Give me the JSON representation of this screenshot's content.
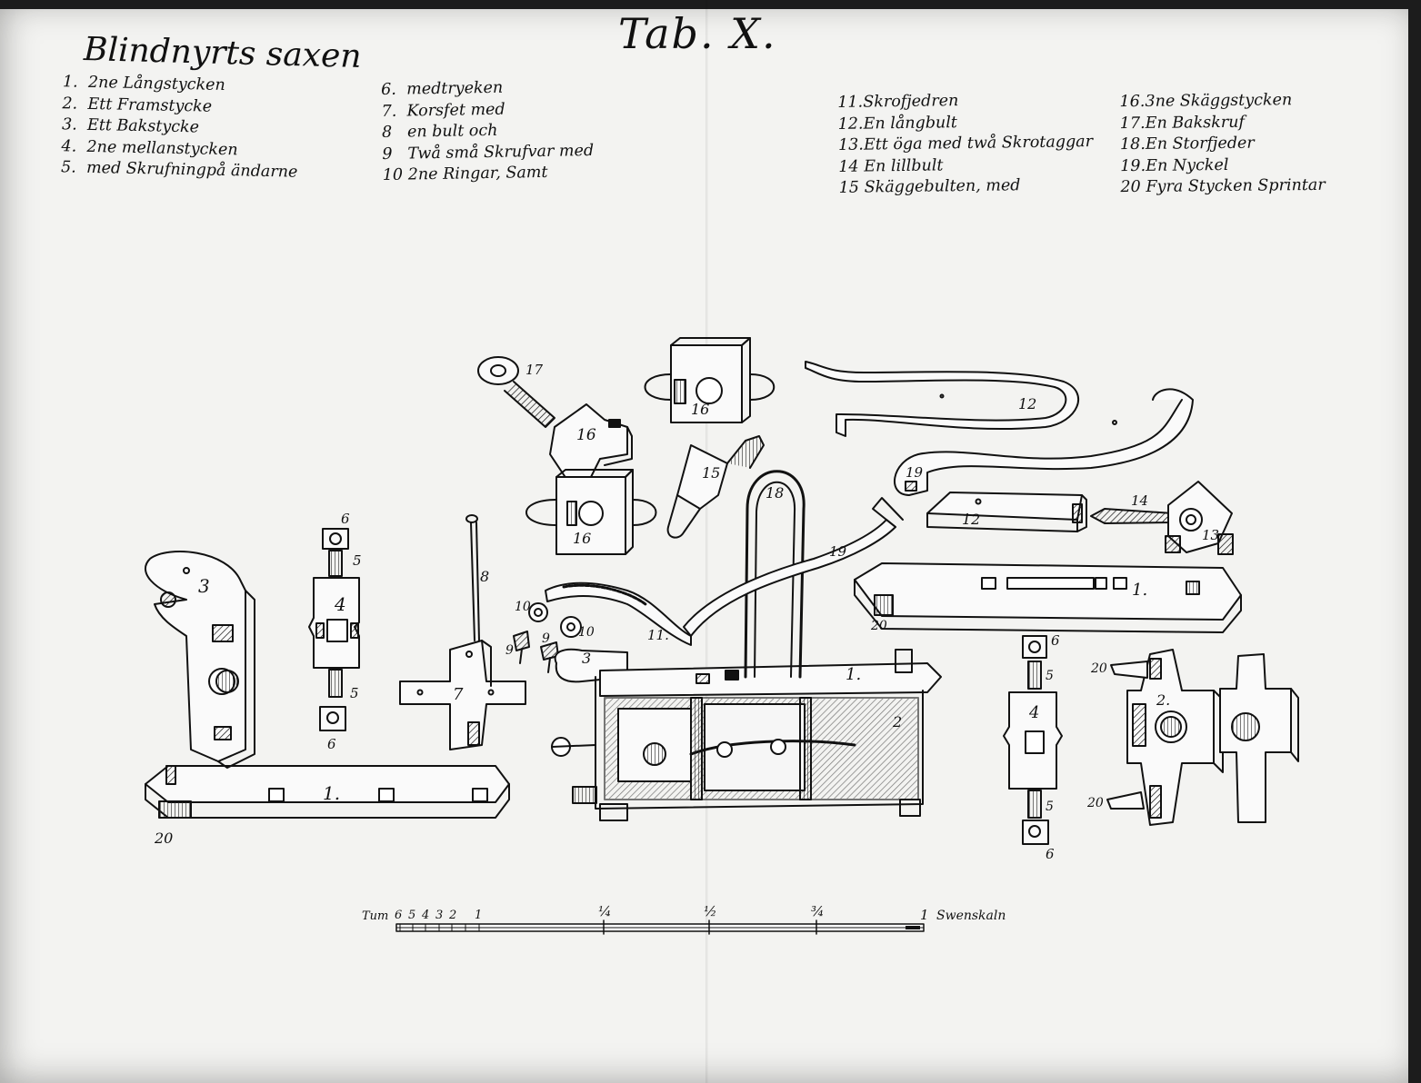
{
  "title": "Tab. X.",
  "legend": {
    "heading": "Blindnyrts saxen",
    "columns": [
      [
        {
          "num": "1.",
          "text": "2ne Långstycken"
        },
        {
          "num": "2.",
          "text": "Ett Framstycke"
        },
        {
          "num": "3.",
          "text": "Ett Bakstycke"
        },
        {
          "num": "4.",
          "text": "2ne mellanstycken"
        },
        {
          "num": "5.",
          "text": "med Skrufningpå ändarne"
        }
      ],
      [
        {
          "num": "6.",
          "text": "medtryeken"
        },
        {
          "num": "7.",
          "text": "Korsfet med"
        },
        {
          "num": "8",
          "text": "en bult och"
        },
        {
          "num": "9",
          "text": "Twå små Skrufvar med"
        },
        {
          "num": "10",
          "text": "2ne Ringar, Samt"
        }
      ],
      [
        {
          "num": "11.",
          "text": "Skrofjedren"
        },
        {
          "num": "12.",
          "text": "En långbult"
        },
        {
          "num": "13.",
          "text": "Ett öga med twå Skrotaggar"
        },
        {
          "num": "14",
          "text": "En lillbult"
        },
        {
          "num": "15",
          "text": "Skäggebulten, med"
        }
      ],
      [
        {
          "num": "16.",
          "text": "3ne Skäggstycken"
        },
        {
          "num": "17.",
          "text": "En Bakskruf"
        },
        {
          "num": "18.",
          "text": "En Storfjeder"
        },
        {
          "num": "19.",
          "text": "En Nyckel"
        },
        {
          "num": "20",
          "text": "Fyra Stycken Sprintar"
        }
      ]
    ]
  },
  "scale": {
    "prefix": "Tum",
    "ticks": [
      "6",
      "5",
      "4",
      "3",
      "2",
      "1"
    ],
    "marks": [
      "¼",
      "½",
      "¾",
      "1"
    ],
    "unit": "Swenskaln"
  },
  "part_labels": {
    "p1_left": "1.",
    "p1_right": "1.",
    "p1_frame": "1.",
    "p2_frame": "2",
    "p2_right": "2.",
    "p3_left": "3",
    "p3_frame": "3",
    "p4_left": "4",
    "p4_right": "4",
    "p5_a": "5",
    "p5_b": "5",
    "p5_c": "5",
    "p5_d": "5",
    "p6_a": "6",
    "p6_b": "6",
    "p6_c": "6",
    "p6_d": "6",
    "p7": "7",
    "p8": "8",
    "p9_a": "9",
    "p9_b": "9",
    "p10_a": "10",
    "p10_b": "10",
    "p11": "11.",
    "p12_top": "12",
    "p12_bar": "12",
    "p13": "13",
    "p14": "14",
    "p15": "15",
    "p16_a": "16",
    "p16_b": "16",
    "p16_c": "16",
    "p17": "17",
    "p18": "18",
    "p19_a": "19",
    "p19_b": "19",
    "p20_a": "20",
    "p20_b": "20",
    "p20_c": "20",
    "p20_d": "20"
  }
}
